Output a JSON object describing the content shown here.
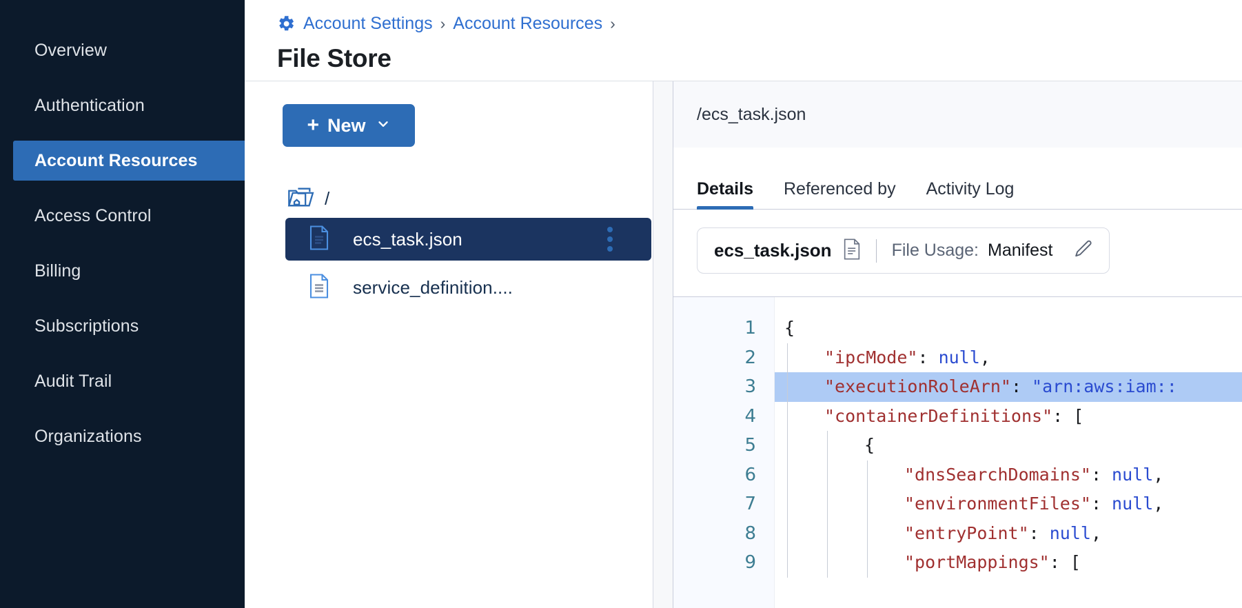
{
  "sidebar": {
    "items": [
      {
        "label": "Overview",
        "active": false
      },
      {
        "label": "Authentication",
        "active": false
      },
      {
        "label": "Account Resources",
        "active": true
      },
      {
        "label": "Access Control",
        "active": false
      },
      {
        "label": "Billing",
        "active": false
      },
      {
        "label": "Subscriptions",
        "active": false
      },
      {
        "label": "Audit Trail",
        "active": false
      },
      {
        "label": "Organizations",
        "active": false
      }
    ]
  },
  "header": {
    "breadcrumb": [
      {
        "label": "Account Settings",
        "link": true
      },
      {
        "label": "Account Resources",
        "link": true
      }
    ],
    "separator": "›",
    "title": "File Store",
    "gear_icon": "gear-icon"
  },
  "tree": {
    "new_button": {
      "plus": "+",
      "label": "New",
      "caret": "⌄"
    },
    "root": {
      "label": "/",
      "icon": "folder-home-icon"
    },
    "files": [
      {
        "name": "ecs_task.json",
        "selected": true,
        "icon": "file-json-icon",
        "kebab": "kebab-menu-icon"
      },
      {
        "name": "service_definition....",
        "selected": false,
        "icon": "file-doc-icon"
      }
    ]
  },
  "detail": {
    "path": "/ecs_task.json",
    "tabs": [
      {
        "label": "Details",
        "active": true
      },
      {
        "label": "Referenced by",
        "active": false
      },
      {
        "label": "Activity Log",
        "active": false
      }
    ],
    "usage_chip": {
      "file_name": "ecs_task.json",
      "doc_icon": "document-icon",
      "usage_label": "File Usage:",
      "usage_value": "Manifest",
      "edit_icon": "pencil-icon"
    }
  },
  "editor": {
    "line_numbers": [
      "1",
      "2",
      "3",
      "4",
      "5",
      "6",
      "7",
      "8",
      "9"
    ],
    "lines": [
      {
        "n": 1,
        "indent": 0,
        "highlight": false,
        "text": "{",
        "type": "brace"
      },
      {
        "n": 2,
        "indent": 1,
        "highlight": false,
        "key": "\"ipcMode\"",
        "sep": ": ",
        "value": "null",
        "value_type": "null",
        "tail": ","
      },
      {
        "n": 3,
        "indent": 1,
        "highlight": true,
        "key": "\"executionRoleArn\"",
        "sep": ": ",
        "value": "\"arn:aws:iam::",
        "value_type": "string",
        "tail": ""
      },
      {
        "n": 4,
        "indent": 1,
        "highlight": false,
        "key": "\"containerDefinitions\"",
        "sep": ": ",
        "value": "[",
        "value_type": "bracket",
        "tail": ""
      },
      {
        "n": 5,
        "indent": 2,
        "highlight": false,
        "text": "{",
        "type": "brace"
      },
      {
        "n": 6,
        "indent": 3,
        "highlight": false,
        "key": "\"dnsSearchDomains\"",
        "sep": ": ",
        "value": "null",
        "value_type": "null",
        "tail": ","
      },
      {
        "n": 7,
        "indent": 3,
        "highlight": false,
        "key": "\"environmentFiles\"",
        "sep": ": ",
        "value": "null",
        "value_type": "null",
        "tail": ","
      },
      {
        "n": 8,
        "indent": 3,
        "highlight": false,
        "key": "\"entryPoint\"",
        "sep": ": ",
        "value": "null",
        "value_type": "null",
        "tail": ","
      },
      {
        "n": 9,
        "indent": 3,
        "highlight": false,
        "key": "\"portMappings\"",
        "sep": ": ",
        "value": "[",
        "value_type": "bracket",
        "tail": ""
      }
    ]
  },
  "colors": {
    "sidebar_bg": "#0c1a2b",
    "accent": "#2d6cb5",
    "selected_row": "#1b3460",
    "highlight_line": "#aecbf5",
    "json_key": "#a03030",
    "json_value": "#2a4bd0",
    "line_number": "#3d7d92"
  }
}
